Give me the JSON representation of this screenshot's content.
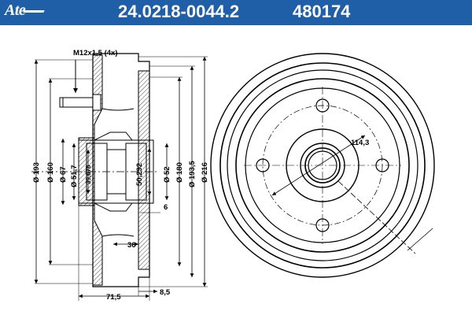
{
  "header": {
    "logo_text": "Ate",
    "part_number": "24.0218-0044.2",
    "ref_number": "480174",
    "background_color": "#1f5fa8",
    "text_color": "#ffffff"
  },
  "drawing": {
    "thread_label": "M12x1,5 (4x)",
    "left_diameters": [
      "Ø 193",
      "Ø 160",
      "Ø 67",
      "Ø 51,7"
    ],
    "inner_small_dim": "39,878",
    "center_dim": "50,292",
    "right_diameters": [
      "Ø 52",
      "Ø 180",
      "Ø 193,5",
      "Ø 216"
    ],
    "dim_6": "6",
    "dim_36": "36",
    "dim_71_5": "71,5",
    "dim_8_5": "8,5",
    "pcd_label": "114,3"
  }
}
